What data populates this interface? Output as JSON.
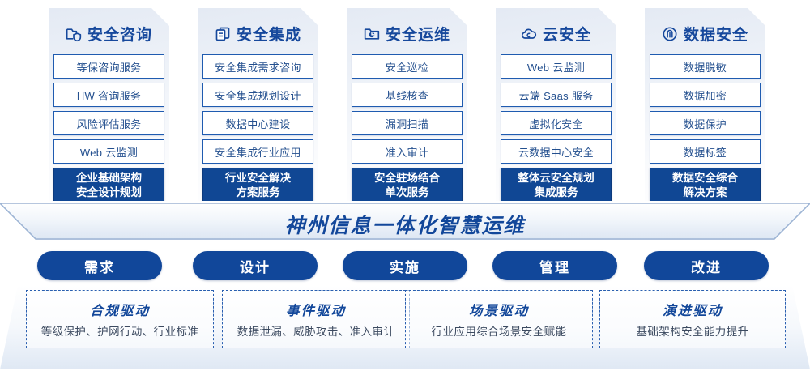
{
  "columns": [
    {
      "icon": "folder-shield-icon",
      "title": "安全咨询",
      "items": [
        "等保咨询服务",
        "HW 咨询服务",
        "风险评估服务",
        "Web 云监测"
      ],
      "highlight": [
        "企业基础架构",
        "安全设计规划"
      ]
    },
    {
      "icon": "stacked-documents-icon",
      "title": "安全集成",
      "items": [
        "安全集成需求咨询",
        "安全集成规划设计",
        "数据中心建设",
        "安全集成行业应用"
      ],
      "highlight": [
        "行业安全解决",
        "方案服务"
      ]
    },
    {
      "icon": "folder-chart-icon",
      "title": "安全运维",
      "items": [
        "安全巡检",
        "基线核查",
        "漏洞扫描",
        "准入审计"
      ],
      "highlight": [
        "安全驻场结合",
        "单次服务"
      ]
    },
    {
      "icon": "cloud-icon",
      "title": "云安全",
      "items": [
        "Web 云监测",
        "云端 Saas 服务",
        "虚拟化安全",
        "云数据中心安全"
      ],
      "highlight": [
        "整体云安全规划",
        "集成服务"
      ]
    },
    {
      "icon": "fingerprint-icon",
      "title": "数据安全",
      "items": [
        "数据脱敏",
        "数据加密",
        "数据保护",
        "数据标签"
      ],
      "highlight": [
        "数据安全综合",
        "解决方案"
      ]
    }
  ],
  "banner": {
    "text": "神州信息一体化智慧运维"
  },
  "pills": [
    {
      "label": "需求"
    },
    {
      "label": "设计"
    },
    {
      "label": "实施"
    },
    {
      "label": "管理"
    },
    {
      "label": "改进"
    }
  ],
  "drivers": [
    {
      "title": "合规驱动",
      "subtitle": "等级保护、护网行动、行业标准"
    },
    {
      "title": "事件驱动",
      "subtitle": "数据泄漏、威胁攻击、准入审计"
    },
    {
      "title": "场景驱动",
      "subtitle": "行业应用综合场景安全赋能"
    },
    {
      "title": "演进驱动",
      "subtitle": "基础架构安全能力提升"
    }
  ],
  "colors": {
    "brand_blue": "#11479a",
    "accent_border": "#1f5bb0",
    "text_blue": "#24508f",
    "dashed_border": "#2a5fb0"
  }
}
